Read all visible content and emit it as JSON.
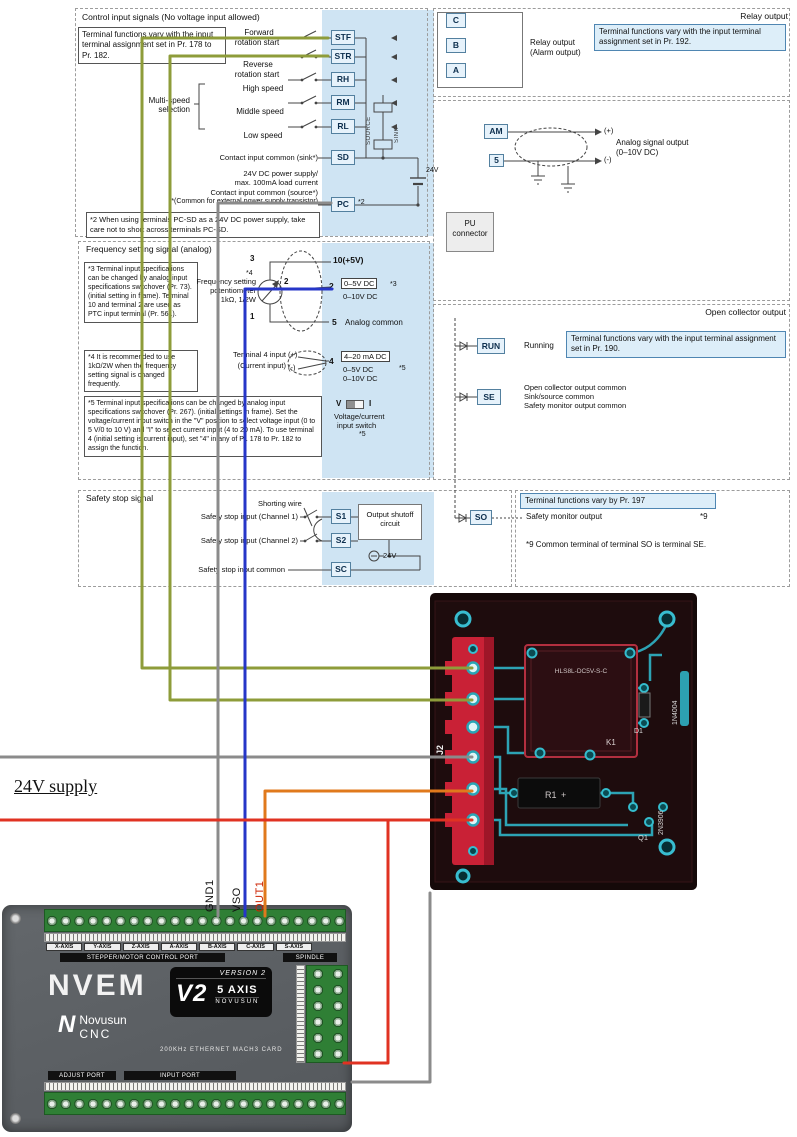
{
  "inv": {
    "control": {
      "title": "Control input signals (No voltage input allowed)",
      "note178": "Terminal functions vary with the input terminal assignment set in Pr. 178 to Pr. 182.",
      "forward1": "Forward",
      "forward2": "rotation start",
      "reverse1": "Reverse",
      "reverse2": "rotation start",
      "high": "High speed",
      "middle": "Middle speed",
      "low": "Low speed",
      "multi1": "Multi-speed",
      "multi2": "selection",
      "stf": "STF",
      "str": "STR",
      "rh": "RH",
      "rm": "RM",
      "rl": "RL",
      "sd": "SD",
      "pc": "PC",
      "pcref": "*2",
      "source": "SOURCE",
      "sink": "SINK",
      "v24": "24V",
      "sink_common": "Contact input common (sink*)",
      "supply1": "24V DC power supply/",
      "supply2": "max. 100mA load current",
      "source_common": "Contact input common (source*)",
      "foot": "*(Common for external power supply transistor)",
      "note2": "*2 When using terminals PC-SD as a 24V DC power supply, take care not to short across terminals PC-SD."
    },
    "relay": {
      "title": "Relay output",
      "c": "C",
      "b": "B",
      "a": "A",
      "label1": "Relay output",
      "label2": "(Alarm output)",
      "note": "Terminal functions vary with the input terminal assignment set in Pr. 192."
    },
    "analog": {
      "am": "AM",
      "t5": "5",
      "plus": "(+)",
      "minus": "(-)",
      "label1": "Analog signal output",
      "label2": "(0–10V DC)"
    },
    "pu": {
      "l1": "PU",
      "l2": "connector"
    },
    "freq": {
      "title": "Frequency setting signal (analog)",
      "note3": "*3 Terminal input specifications can be changed by analog input specifications switchover (Pr. 73). (initial setting in frame). Terminal 10 and terminal 2 are used as PTC input terminal (Pr. 561).",
      "note4": "*4 It is recommended to use 1kΩ/2W when the frequency setting signal is changed frequently.",
      "note5": "*5 Terminal input specifications can be changed by analog input specifications switchover (Pr. 267). (initial settings in frame). Set the voltage/current input switch in the \"V\" position to select voltage input (0 to 5 V/0 to 10 V) and \"I\" to select current input (4 to 20 mA). To use terminal 4 (initial setting is current input), set \"4\" in any of Pr. 178 to Pr. 182 to assign the function.",
      "ref4": "*4",
      "pot1": "Frequency setting",
      "pot2": "potentiometer",
      "pot3": "1kΩ, 1/2W",
      "pin3": "3",
      "pin2": "2",
      "pin1": "1",
      "t10": "10(+5V)",
      "t2": "2",
      "t2v1": "0–5V DC",
      "t2v2": "0–10V DC",
      "ref3": "*3",
      "t5": "5",
      "t5label": "Analog common",
      "t4": "4",
      "t4v1": "4–20 mA DC",
      "t4v2": "0–5V DC",
      "t4v3": "0–10V DC",
      "ref5": "*5",
      "t4in1": "Terminal 4 input",
      "t4in2": "(Current input)",
      "plus": "(+)",
      "minus": "(-)",
      "viv": "V",
      "vii": "I",
      "vi1": "Voltage/current",
      "vi2": "input switch",
      "viref": "*5"
    },
    "oc": {
      "title": "Open collector output",
      "run": "RUN",
      "running": "Running",
      "se": "SE",
      "se1": "Open collector output common",
      "se2": "Sink/source common",
      "se3": "Safety monitor output common",
      "note": "Terminal functions vary with the input terminal assignment set in Pr. 190."
    },
    "safety": {
      "title": "Safety stop signal",
      "shorting": "Shorting wire",
      "ch1": "Safety stop input (Channel 1)",
      "ch2": "Safety stop input (Channel 2)",
      "common": "Safety stop input common",
      "s1": "S1",
      "s2": "S2",
      "sc": "SC",
      "shut1": "Output shutoff",
      "shut2": "circuit",
      "v24": "24V",
      "note197": "Terminal functions vary by Pr. 197",
      "so": "SO",
      "so_label": "Safety monitor output",
      "ref9": "*9",
      "note9": "*9 Common terminal of terminal SO is terminal SE."
    }
  },
  "pcb": {
    "j2": "J2",
    "relay_part": "HLS8L-DC5V-S-C",
    "k1": "K1",
    "d1": "D1",
    "d1p": "1N4004",
    "r1": "R1",
    "r1plus": "+",
    "q1": "Q1",
    "q1p": "2N3906"
  },
  "nvem": {
    "brand": "NVEM",
    "logo_n": "N",
    "logo_name": "Novusun",
    "logo_cnc": "CNC",
    "badge": {
      "version": "VERSION 2",
      "v2": "V2",
      "axis": "5 AXIS",
      "brand": "NOVUSUN"
    },
    "subtitle": "200KHz ETHERNET MACH3 CARD",
    "axes": [
      "X-AXIS",
      "Y-AXIS",
      "Z-AXIS",
      "A-AXIS",
      "B-AXIS",
      "C-AXIS",
      "S-AXIS"
    ],
    "stepper": "STEPPER/MOTOR CONTROL PORT",
    "spindle": "SPINDLE",
    "adjust": "ADJUST PORT",
    "input": "INPUT PORT"
  },
  "wir": {
    "supply": "24V supply",
    "gnd1": "GND1",
    "vso": "VSO",
    "out1": "OUT1",
    "colors": {
      "olive": "#8e9c3a",
      "blue": "#2636c8",
      "gray": "#8b8b8b",
      "orange": "#e0791c",
      "red": "#e03222"
    }
  }
}
